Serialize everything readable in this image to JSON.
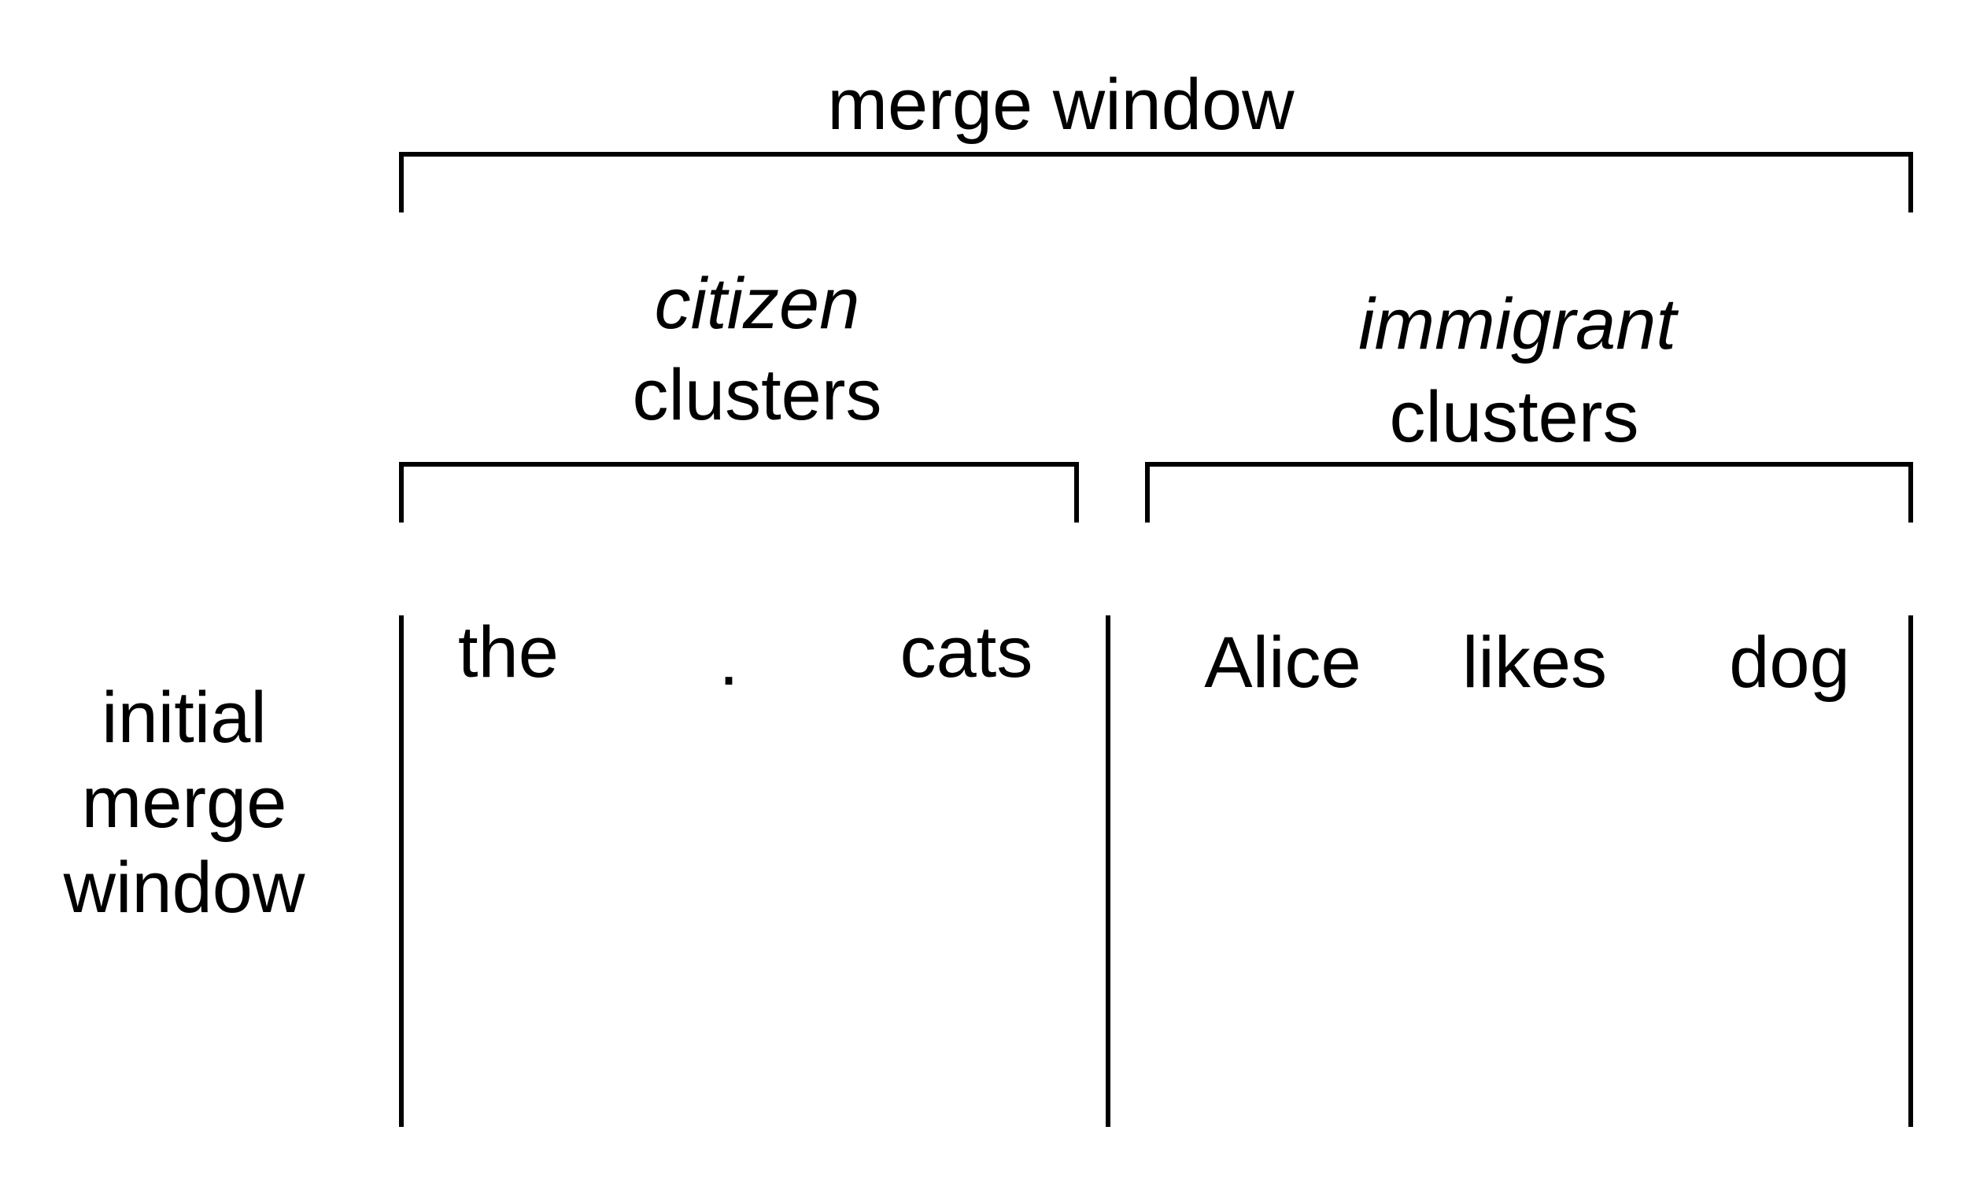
{
  "labels": {
    "merge_window": "merge window",
    "citizen_italic": "citizen",
    "citizen_rest": "clusters",
    "immigrant_italic": "immigrant",
    "immigrant_rest": "clusters",
    "initial_line1": "initial",
    "initial_line2": "merge",
    "initial_line3": "window"
  },
  "citizen_words": [
    "the",
    ".",
    "cats"
  ],
  "immigrant_words": [
    "Alice",
    "likes",
    "dog"
  ]
}
